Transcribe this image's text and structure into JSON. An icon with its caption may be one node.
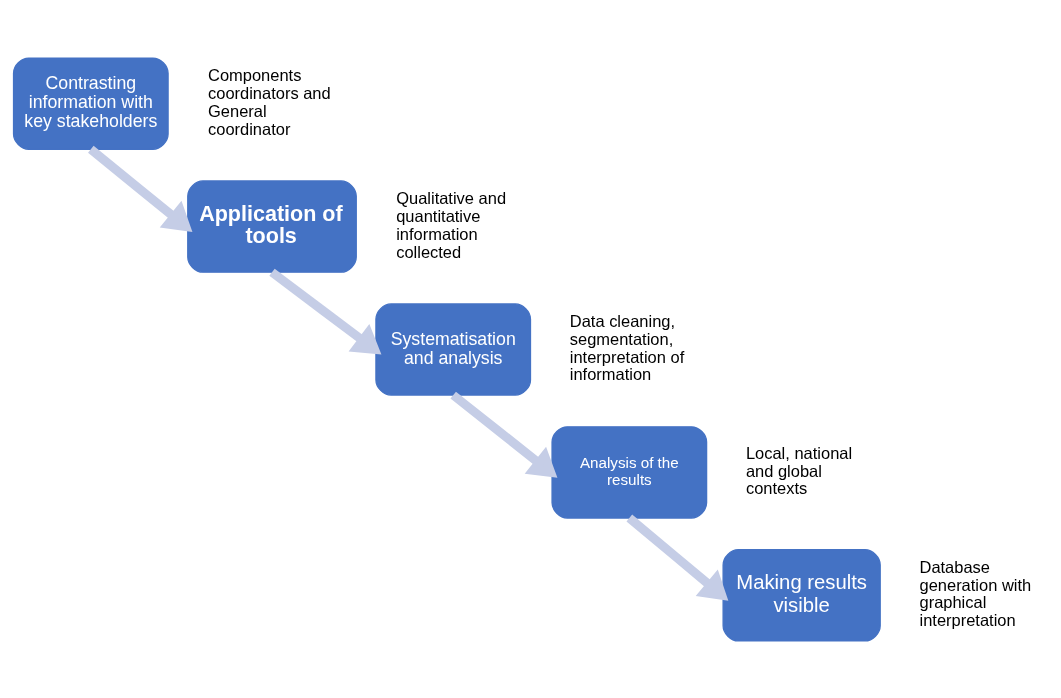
{
  "diagram": {
    "nodes": [
      {
        "text": [
          "Contrasting information with key stakeholders"
        ],
        "beside": [
          "Components coordinators and General coordinator"
        ]
      },
      {
        "text": [
          "Application of tools"
        ],
        "beside": [
          "Qualitative and quantitative information collected"
        ]
      },
      {
        "text": [
          "Systematisation and analysis"
        ],
        "beside": [
          "Data cleaning, segmentation, interpretation of information"
        ]
      },
      {
        "text": [
          "Analysis of the results"
        ],
        "beside": [
          "Local, national and global contexts"
        ]
      },
      {
        "text": [
          "Making results visible"
        ],
        "beside": [
          "Database generation with graphical interpretation"
        ]
      }
    ],
    "edges": [
      {
        "from": 0,
        "to": 1,
        "arrow": "to"
      },
      {
        "from": 1,
        "to": 2,
        "arrow": "to"
      },
      {
        "from": 2,
        "to": 3,
        "arrow": "to"
      },
      {
        "from": 3,
        "to": 4,
        "arrow": "to"
      }
    ]
  }
}
